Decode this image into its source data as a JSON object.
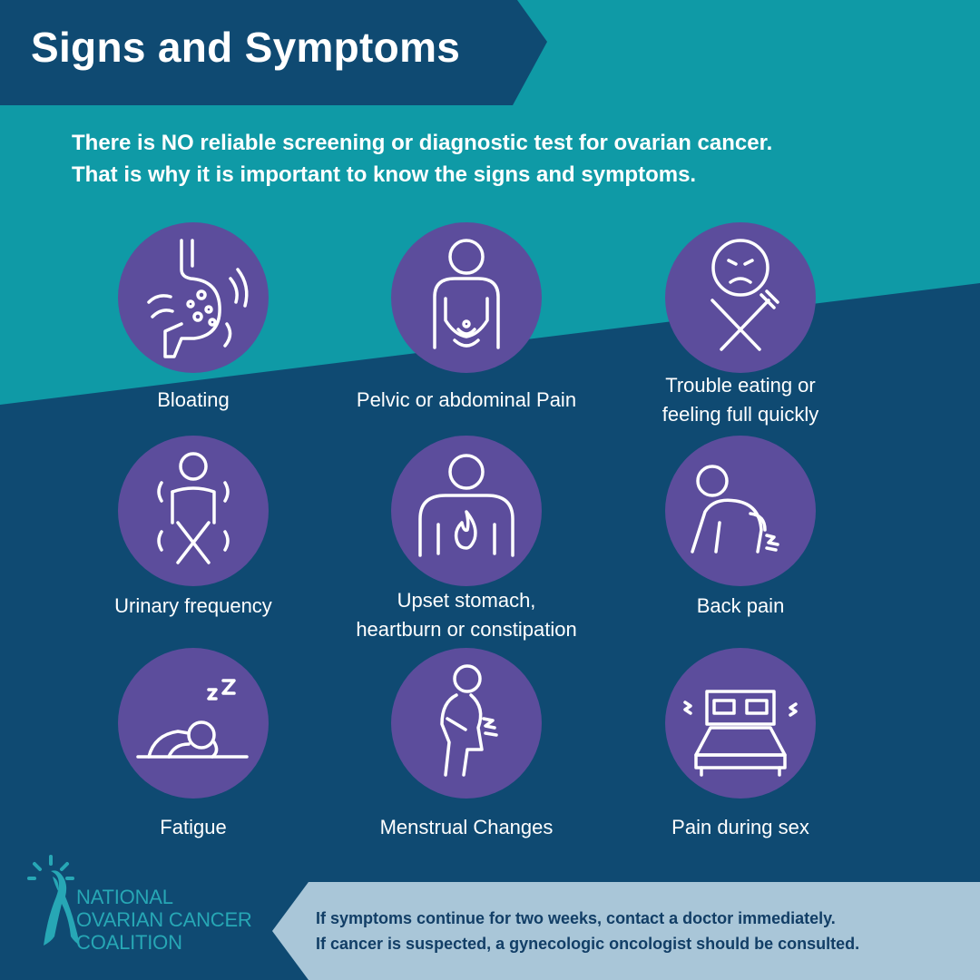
{
  "title": "Signs and Symptoms",
  "intro": {
    "line1": "There is NO reliable screening or diagnostic test for ovarian cancer.",
    "line2": "That is why it is important to know the signs and symptoms."
  },
  "symptoms": [
    {
      "icon": "stomach-icon",
      "lines": [
        "Bloating"
      ]
    },
    {
      "icon": "abdominal-pain-icon",
      "lines": [
        "Pelvic or abdominal Pain"
      ]
    },
    {
      "icon": "sad-face-fork-knife-icon",
      "lines": [
        "Trouble eating or",
        "feeling full quickly"
      ]
    },
    {
      "icon": "urinary-icon",
      "lines": [
        "Urinary frequency"
      ]
    },
    {
      "icon": "heartburn-icon",
      "lines": [
        "Upset stomach,",
        "heartburn or constipation"
      ]
    },
    {
      "icon": "back-pain-icon",
      "lines": [
        "Back pain"
      ]
    },
    {
      "icon": "sleeping-person-icon",
      "lines": [
        "Fatigue"
      ]
    },
    {
      "icon": "menstrual-cramps-icon",
      "lines": [
        "Menstrual Changes"
      ]
    },
    {
      "icon": "bed-icon",
      "lines": [
        "Pain during sex"
      ]
    }
  ],
  "logo": {
    "line1": "NATIONAL",
    "line2": "OVARIAN CANCER",
    "line3": "COALITION",
    "icon": "teal-ribbon-icon"
  },
  "footer": {
    "line1": "If symptoms continue for two weeks, contact a doctor immediately.",
    "line2": "If cancer is suspected, a gynecologic oncologist should be consulted."
  },
  "colors": {
    "teal": "#0f9aa6",
    "navy": "#0f4a72",
    "dark_navy": "#123e66",
    "purple": "#5c4d9c",
    "footer_bg": "#a9c6d8",
    "logo_teal": "#27a7b5"
  }
}
